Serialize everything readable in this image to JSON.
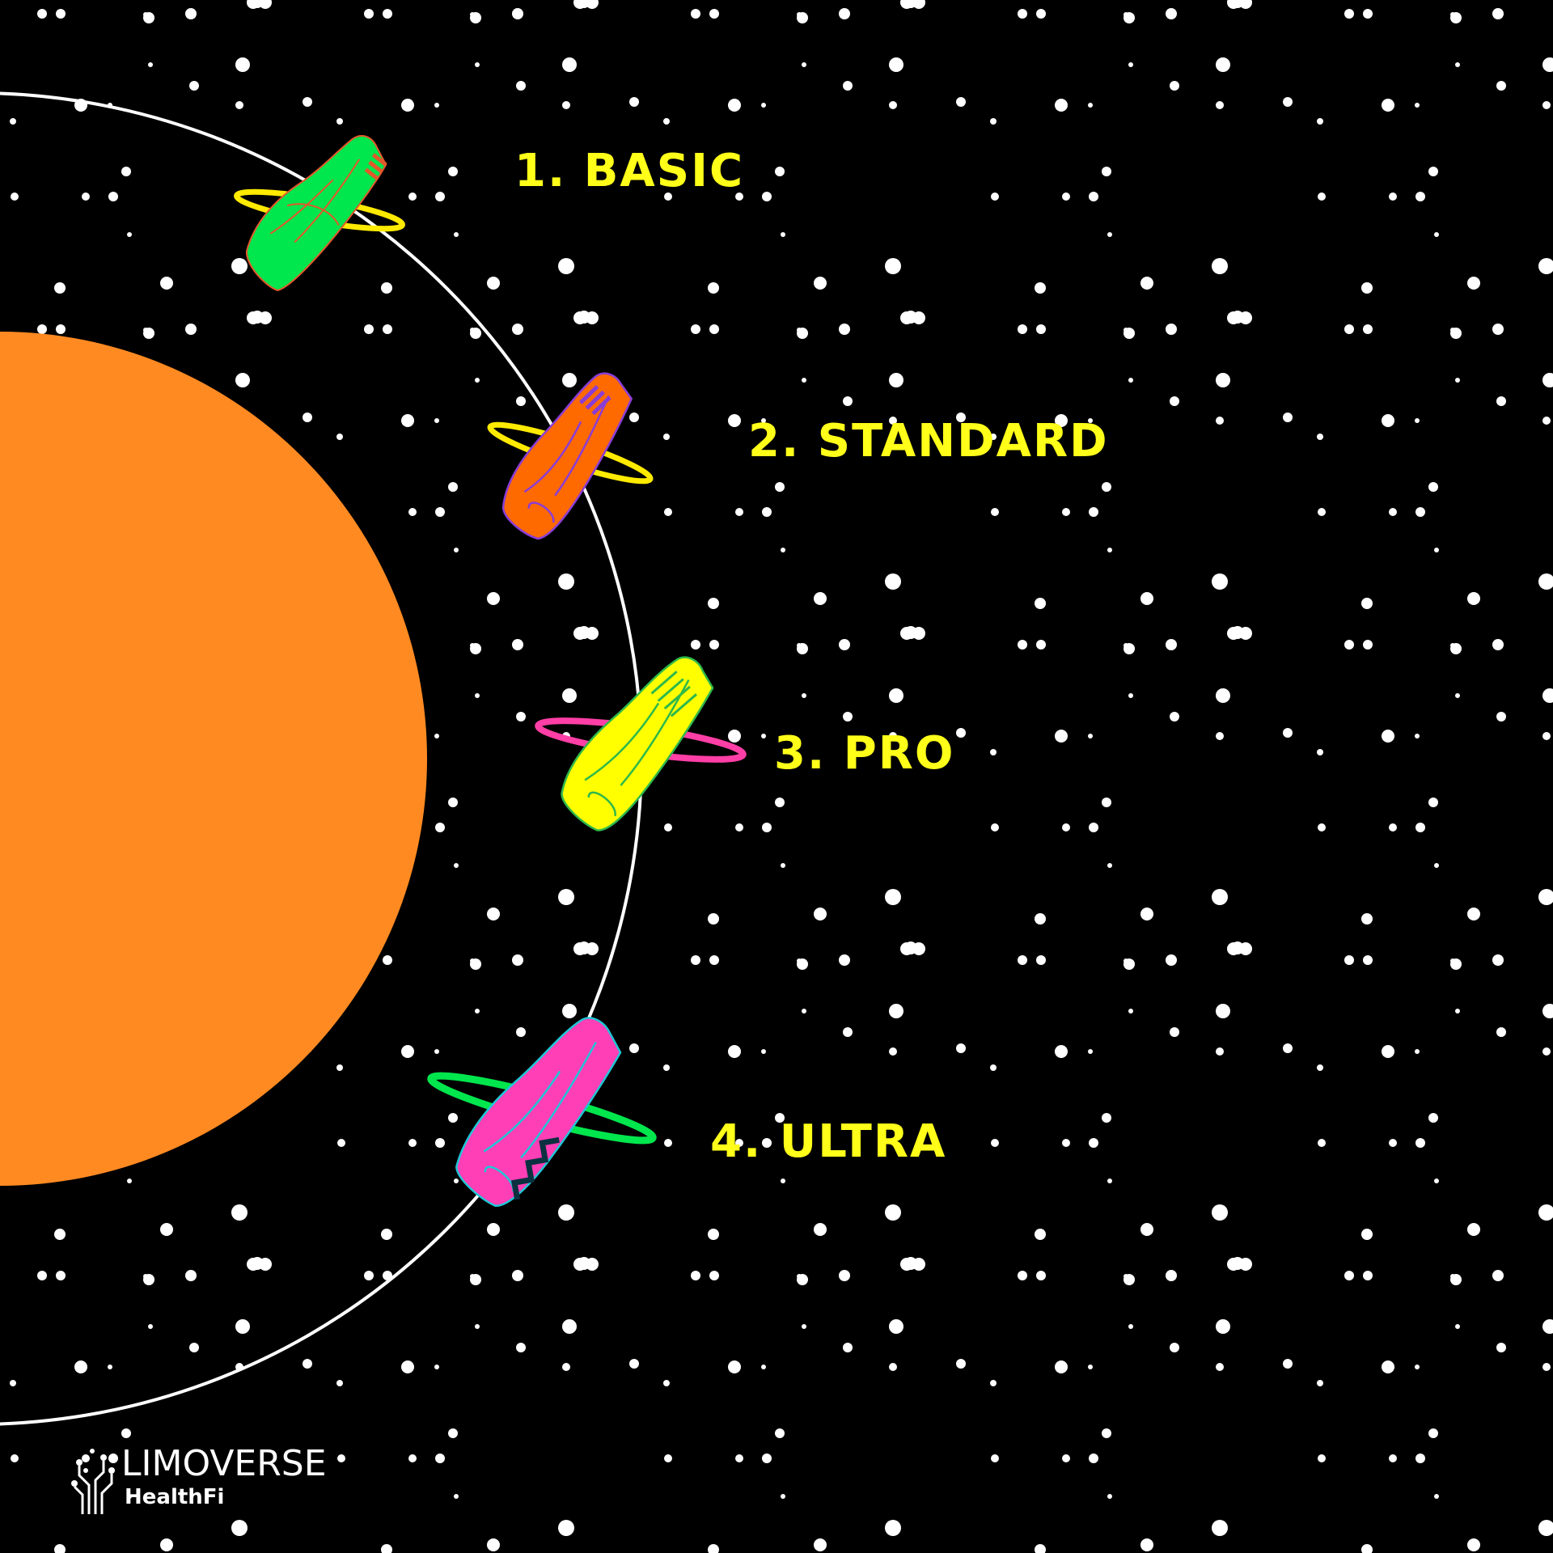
{
  "colors": {
    "background": "#000000",
    "planet": "#FF8A22",
    "orbit": "#FFFFFF",
    "stars": "#FFFFFF",
    "label": "#FFFF1A"
  },
  "tiers": [
    {
      "number": "1.",
      "name": "BASIC",
      "shoe_color": "#00E64D",
      "shoe_outline": "#E3582A",
      "ring_color": "#FFEA00"
    },
    {
      "number": "2.",
      "name": "STANDARD",
      "shoe_color": "#FF6A00",
      "shoe_outline": "#8A3DD6",
      "ring_color": "#FFEA00"
    },
    {
      "number": "3.",
      "name": "PRO",
      "shoe_color": "#FFFF00",
      "shoe_outline": "#2FB84A",
      "ring_color": "#FF3FA6"
    },
    {
      "number": "4.",
      "name": "ULTRA",
      "shoe_color": "#FF3FB6",
      "shoe_outline": "#1FC6D6",
      "ring_color": "#00E64D"
    }
  ],
  "brand": {
    "name": "LIMOVERSE",
    "tagline": "HealthFi"
  }
}
